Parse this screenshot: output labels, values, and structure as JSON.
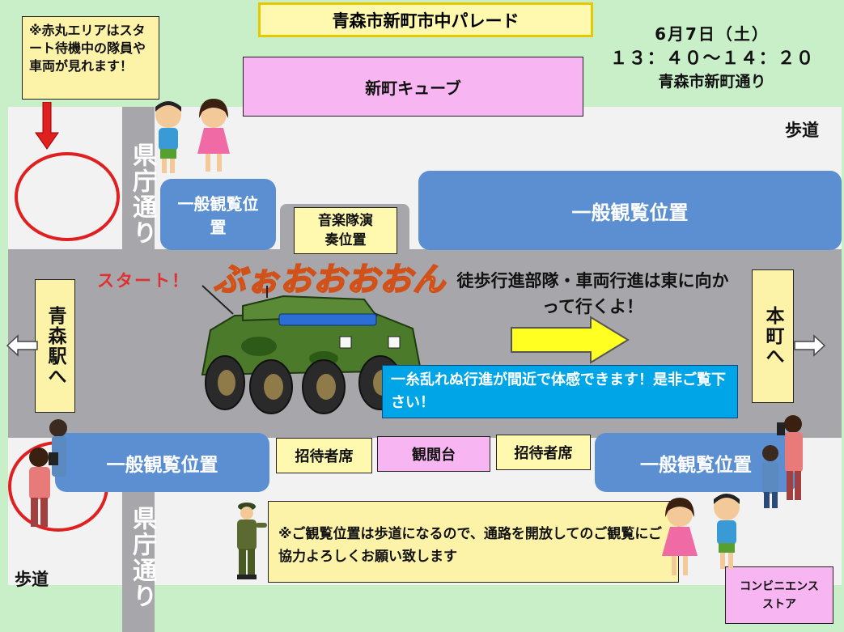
{
  "title": "青森市新町市中パレード",
  "date": "6月7日（土）",
  "time": "１３：４０～１４：２０",
  "place": "青森市新町通り",
  "note_red_circle": "※赤丸エリアはスタート待機中の隊員や車両が見れます！",
  "building_top": "新町キューブ",
  "sidewalk_top": "歩道",
  "sidewalk_bottom": "歩道",
  "kencho_top": "県庁通り",
  "kencho_bottom": "県庁通り",
  "viewing_top_left": "一般観覧位置",
  "viewing_top_right": "一般観覧位置",
  "viewing_bottom_left": "一般観覧位置",
  "viewing_bottom_right": "一般観覧位置",
  "band_position": "音楽隊演奏位置",
  "start_label": "スタート！",
  "sound_effect": "ぶぉおおおおん",
  "march_direction": "徒歩行進部隊・車両行進は東に向かって行くよ！",
  "aomori_station": "青森駅へ",
  "honcho": "本町へ",
  "feel_note": "一糸乱れぬ行進が間近で体感できます！是非ご覧下さい！",
  "guest_seat_left": "招待者席",
  "reviewing_stand": "観閲台",
  "guest_seat_right": "招待者席",
  "bottom_note": "※ご観覧位置は歩道になるので、通路を開放してのご観覧にご協力よろしくお願い致します",
  "convenience_store": "コンビニエンスストア",
  "colors": {
    "road": "#a7a7ab",
    "viewing_area": "#5b8fd1",
    "grass": "#c9efc9",
    "note": "#fdf3a8",
    "building": "#f7b6f1",
    "arrow": "#ffff22",
    "red_circle": "#e02020"
  }
}
